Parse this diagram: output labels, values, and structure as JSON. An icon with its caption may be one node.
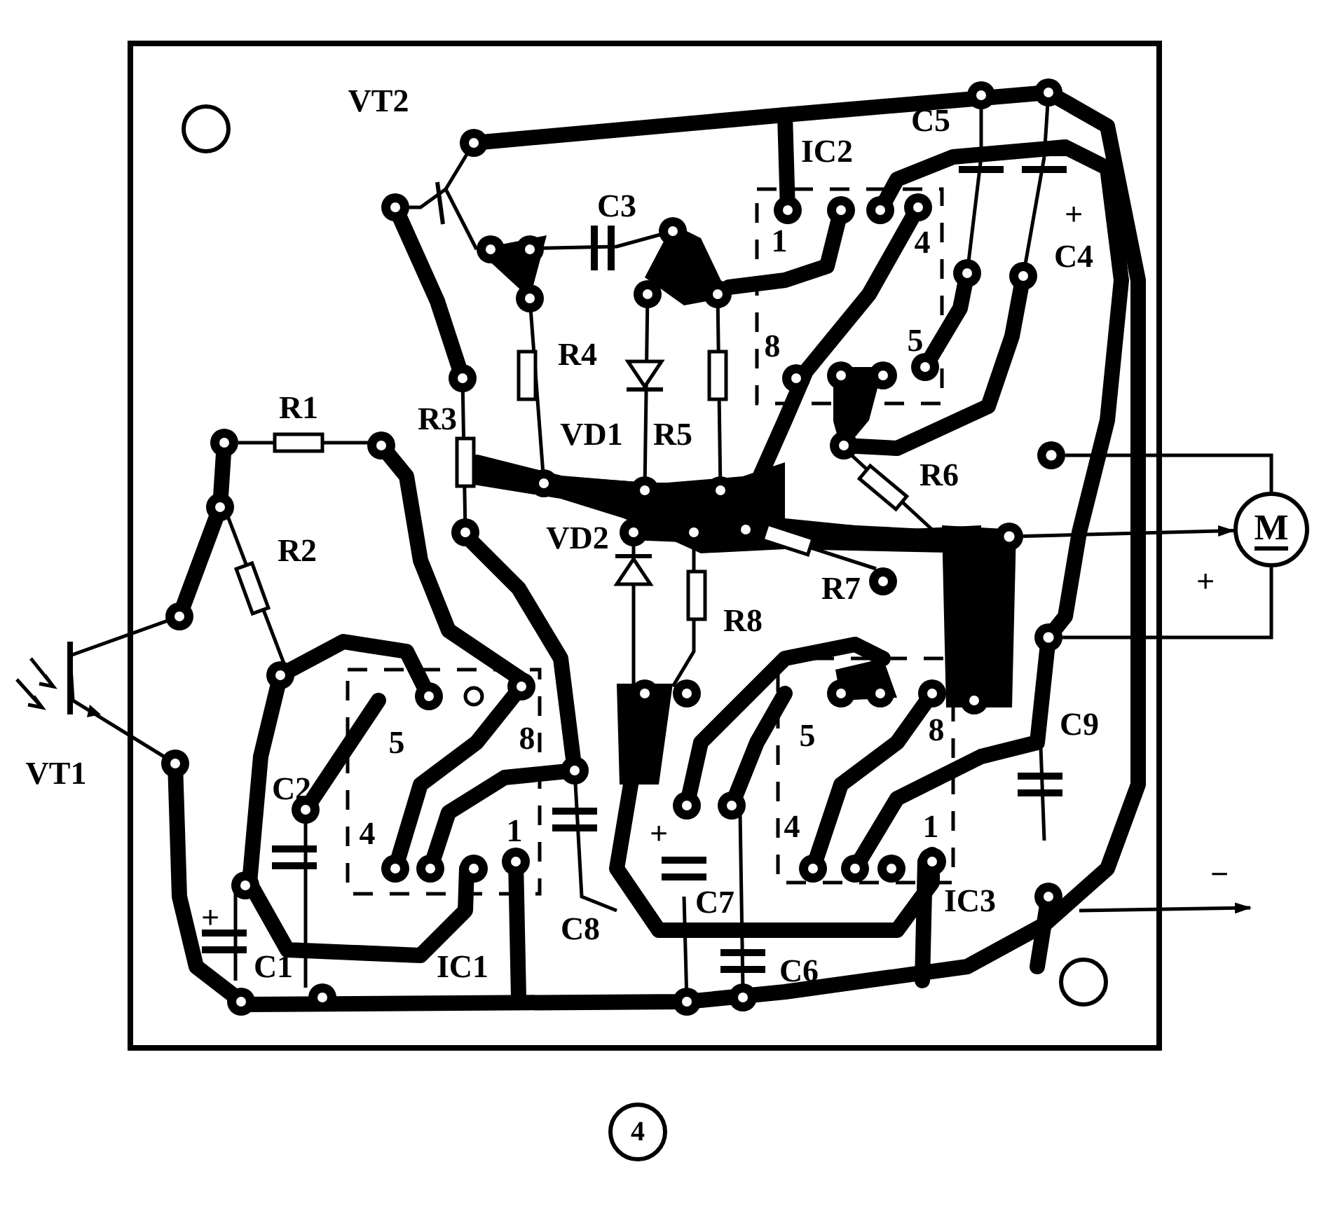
{
  "diagram": {
    "nodes": [
      {
        "text": [],
        "shape": "circle"
      },
      {
        "text": [],
        "shape": "circle"
      },
      {
        "text": [],
        "shape": "circle"
      },
      {
        "text": [
          "M"
        ]
      },
      {
        "text": [
          "4"
        ]
      }
    ],
    "edges": [
      {
        "from": 0,
        "to": 3,
        "arrow": "none"
      },
      {
        "from": 1,
        "to": 3,
        "arrow": "to"
      },
      {
        "from": 2,
        "to": 3,
        "arrow": "none"
      }
    ],
    "labels": [
      "VT2",
      "IC2",
      "C5",
      "C3",
      "1",
      "4",
      "+",
      "C4",
      "R4",
      "8",
      "5",
      "VD1",
      "R5",
      "R1",
      "R3",
      "R6",
      "VD2",
      "+",
      "R7",
      "R2",
      "R8",
      "VT1",
      "5",
      "8",
      "C2",
      "5",
      "8",
      "C9",
      "4",
      "1",
      "+",
      "4",
      "1",
      "+",
      "C1",
      "C8",
      "C7",
      "−",
      "IC1",
      "C6",
      "IC3"
    ]
  }
}
